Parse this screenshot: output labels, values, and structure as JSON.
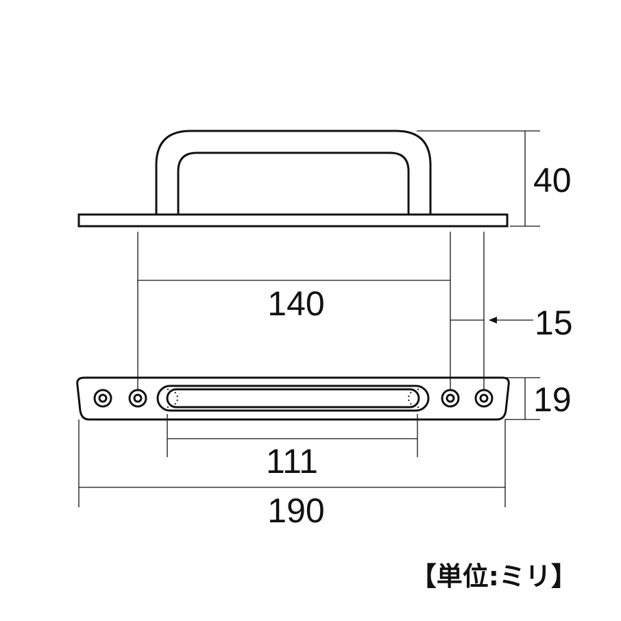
{
  "dimensions": {
    "height": "40",
    "hole_pitch": "140",
    "hole_spacing": "15",
    "plate_width": "19",
    "slot_length": "111",
    "overall_length": "190"
  },
  "unit_note": "【単位:ミリ】"
}
